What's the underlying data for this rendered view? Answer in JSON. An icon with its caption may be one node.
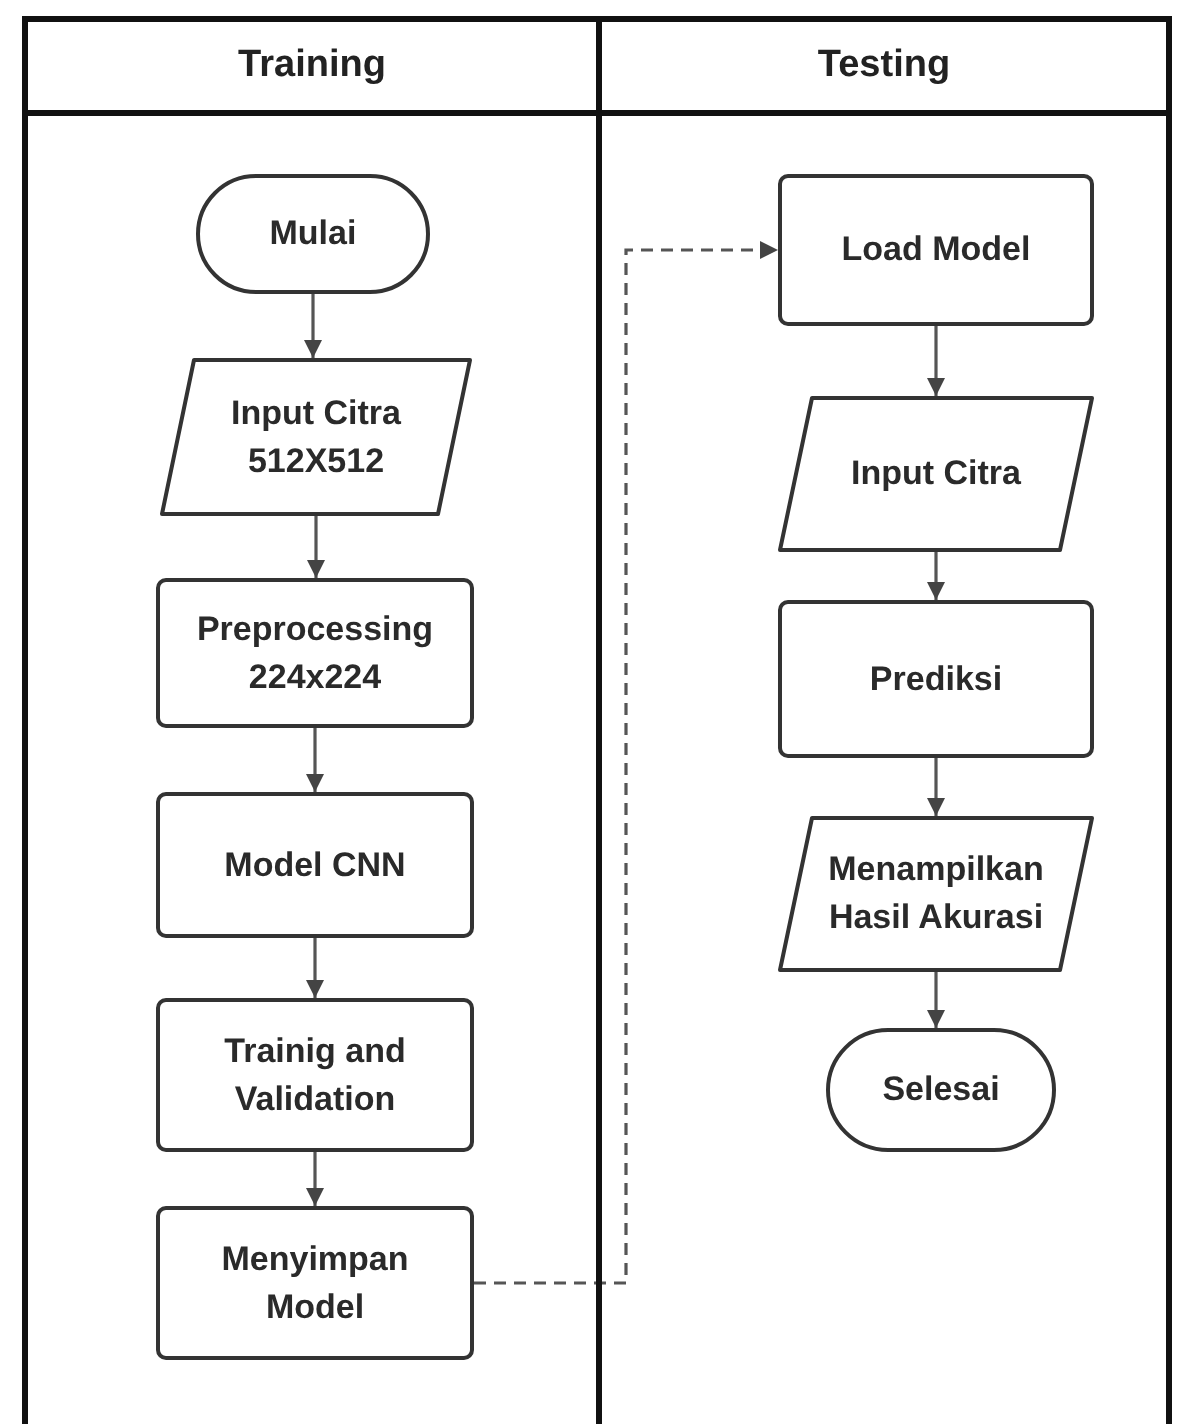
{
  "diagram": {
    "nodes": [
      {
        "text": [
          "Training"
        ]
      },
      {
        "text": [
          "Testing"
        ]
      },
      {
        "text": [
          "Mulai"
        ],
        "in": 0
      },
      {
        "text": [
          "Input Citra 512X512"
        ],
        "in": 0
      },
      {
        "text": [
          "Preprocessing 224x224"
        ],
        "in": 0
      },
      {
        "text": [
          "Model CNN"
        ],
        "in": 0
      },
      {
        "text": [
          "Trainig and Validation"
        ],
        "in": 0
      },
      {
        "text": [
          "Menyimpan Model"
        ],
        "in": 0
      },
      {
        "text": [
          "Load Model"
        ],
        "in": 1
      },
      {
        "text": [
          "Input Citra"
        ],
        "in": 1
      },
      {
        "text": [
          "Prediksi"
        ],
        "in": 1
      },
      {
        "text": [
          "Menampilkan Hasil Akurasi"
        ],
        "in": 1
      },
      {
        "text": [
          "Selesai"
        ],
        "in": 1
      }
    ],
    "edges": [
      {
        "from": 2,
        "to": 3,
        "arrow": "to"
      },
      {
        "from": 3,
        "to": 4,
        "arrow": "to"
      },
      {
        "from": 4,
        "to": 5,
        "arrow": "to"
      },
      {
        "from": 5,
        "to": 6,
        "arrow": "to"
      },
      {
        "from": 6,
        "to": 7,
        "arrow": "to"
      },
      {
        "from": 7,
        "to": 8,
        "arrow": "to",
        "style": "dashed"
      },
      {
        "from": 8,
        "to": 9,
        "arrow": "to"
      },
      {
        "from": 9,
        "to": 10,
        "arrow": "to"
      },
      {
        "from": 10,
        "to": 11,
        "arrow": "to"
      },
      {
        "from": 11,
        "to": 12,
        "arrow": "to"
      }
    ]
  }
}
